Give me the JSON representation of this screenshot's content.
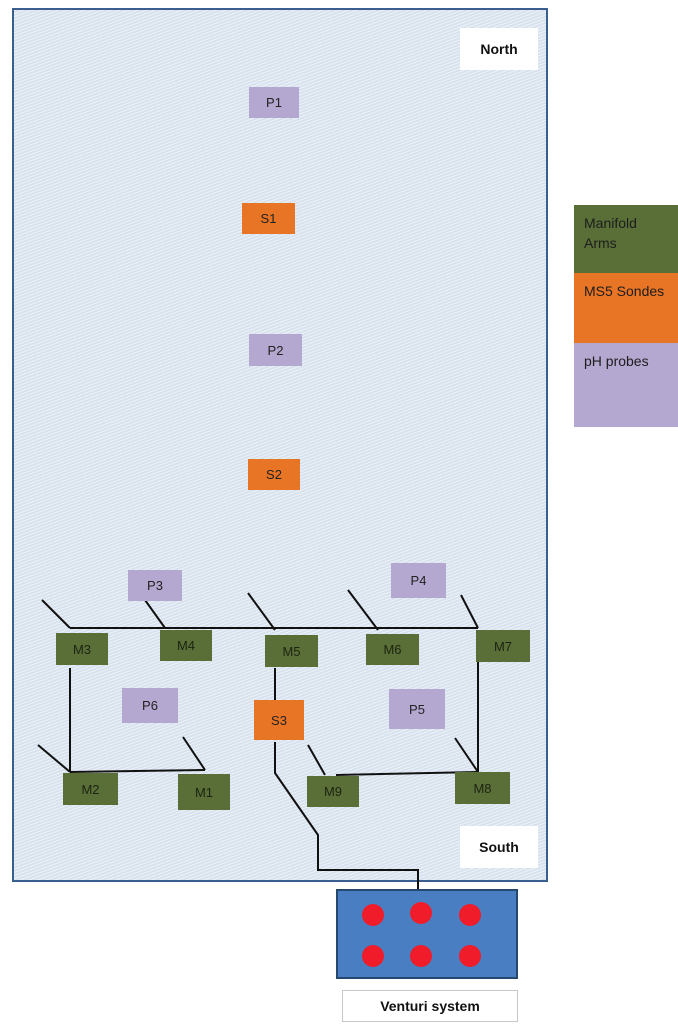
{
  "compass": {
    "north": "North",
    "south": "South"
  },
  "ph_probes": [
    "P1",
    "P2",
    "P3",
    "P4",
    "P5",
    "P6"
  ],
  "sondes": [
    "S1",
    "S2",
    "S3"
  ],
  "manifold_arms": [
    "M1",
    "M2",
    "M3",
    "M4",
    "M5",
    "M6",
    "M7",
    "M8",
    "M9"
  ],
  "legend": {
    "manifold": "Manifold Arms",
    "sondes": "MS5 Sondes",
    "probes": "pH probes"
  },
  "venturi": {
    "label": "Venturi system",
    "outlet_count": 6
  },
  "colors": {
    "manifold": "#5a6e38",
    "sonde": "#e87425",
    "probe": "#b4a7d0",
    "water": "#d8e2ee",
    "venturi": "#4a7ec2",
    "outlet": "#f01c2a"
  }
}
